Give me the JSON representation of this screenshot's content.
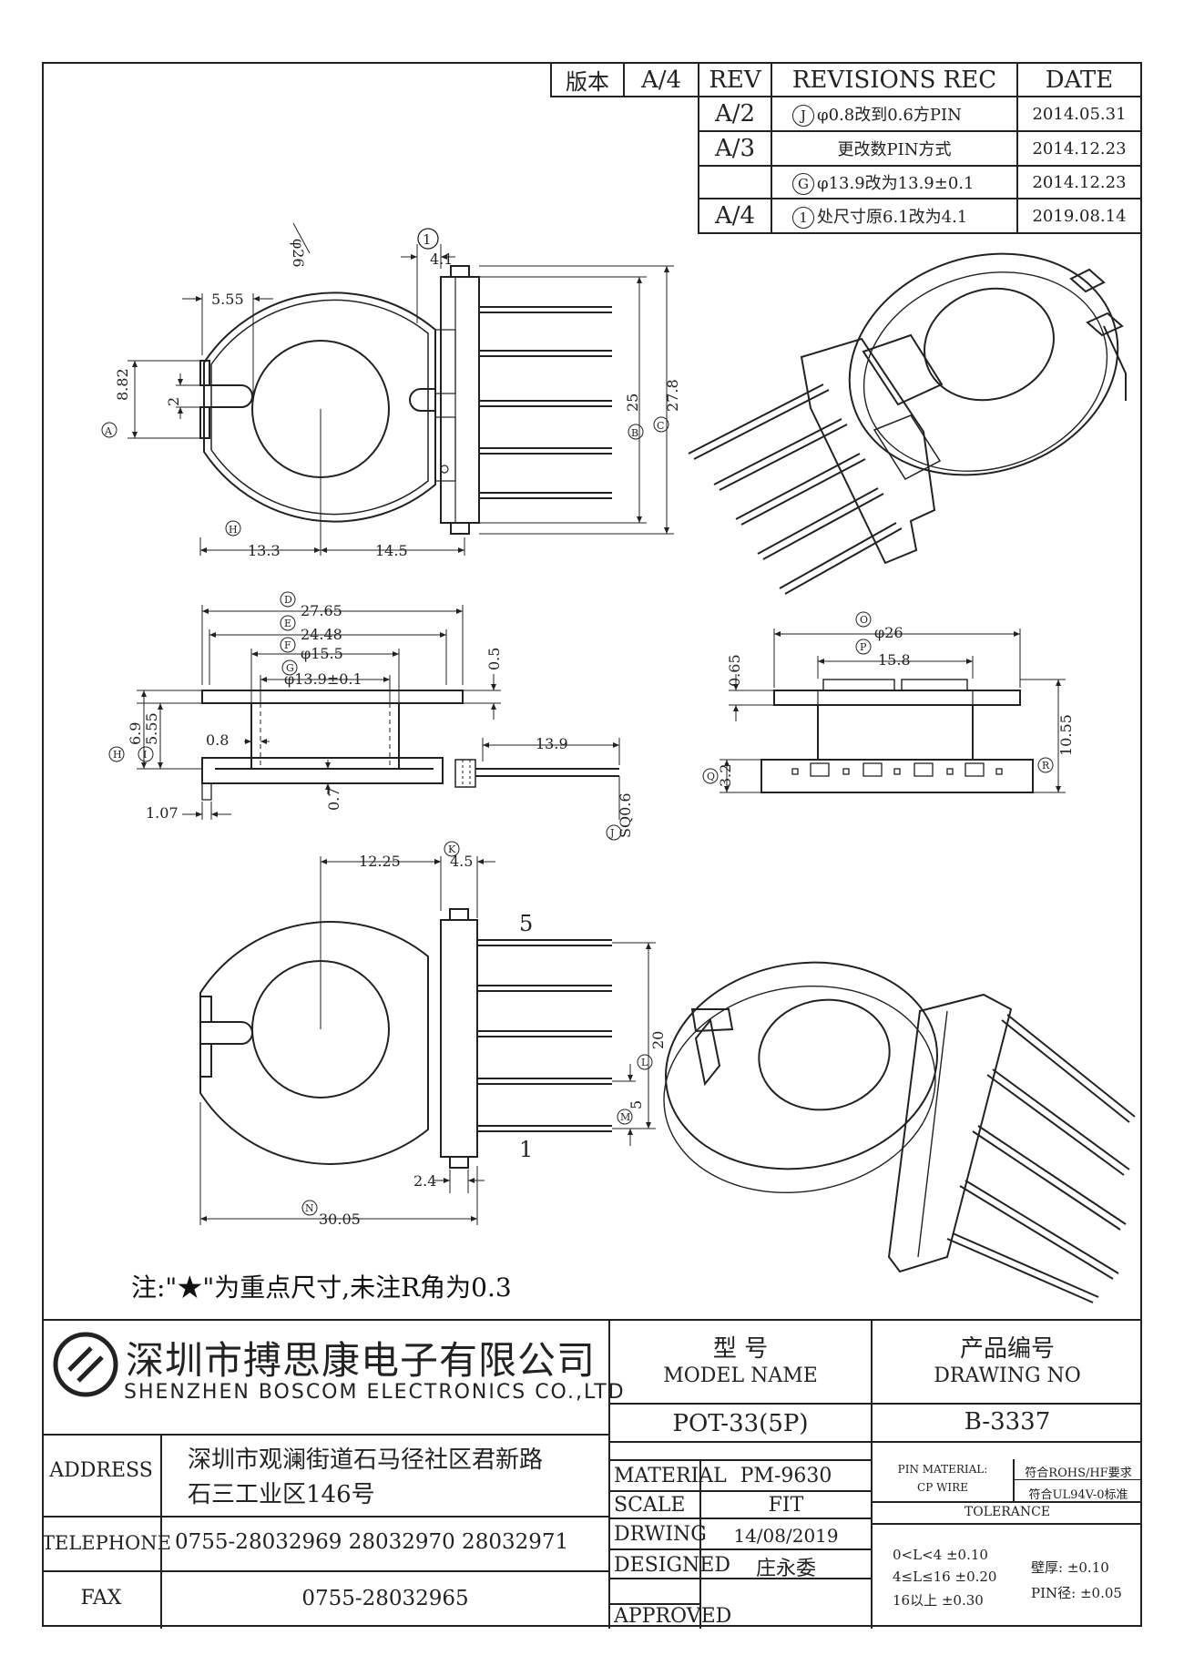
{
  "revision_table": {
    "version_label": "版本",
    "version_value": "A/4",
    "headers": [
      "REV",
      "REVISIONS REC",
      "DATE"
    ],
    "rows": [
      {
        "rev": "A/2",
        "mark": "J",
        "text": "φ0.8改到0.6方PIN",
        "date": "2014.05.31"
      },
      {
        "rev": "A/3",
        "mark": "",
        "text": "更改数PIN方式",
        "date": "2014.12.23"
      },
      {
        "rev": "",
        "mark": "G",
        "text": "φ13.9改为13.9±0.1",
        "date": "2014.12.23"
      },
      {
        "rev": "A/4",
        "mark": "1",
        "text": "处尺寸原6.1改为4.1",
        "date": "2019.08.14"
      }
    ]
  },
  "dims_top": {
    "phi26": "φ26",
    "d41": "4.1",
    "d555": "5.55",
    "d882": "8.82",
    "d2": "2",
    "d25": "25",
    "d278": "27.8",
    "d133": "13.3",
    "d145": "14.5",
    "mark1": "1",
    "A": "A",
    "B": "B",
    "C": "C",
    "H": "H"
  },
  "dims_side": {
    "d2765": "27.65",
    "d2448": "24.48",
    "d155": "φ15.5",
    "d139": "φ13.9±0.1",
    "d05": "0.5",
    "d69": "6.9",
    "d555": "5.55",
    "d08": "0.8",
    "d07": "0.7",
    "d107": "1.07",
    "d139b": "13.9",
    "sq06": "SQ0.6",
    "D": "D",
    "E": "E",
    "F": "F",
    "G": "G",
    "H": "H",
    "I": "I",
    "J": "J"
  },
  "dims_right": {
    "phi26": "φ26",
    "d158": "15.8",
    "d065": "0.65",
    "d1055": "10.55",
    "d32": "3.2",
    "O": "O",
    "P": "P",
    "Q": "Q",
    "R": "R"
  },
  "dims_bottom": {
    "d1225": "12.25",
    "d45": "4.5",
    "d20": "20",
    "d5": "5",
    "d24": "2.4",
    "d3005": "30.05",
    "pin5": "5",
    "pin1": "1",
    "K": "K",
    "L": "L",
    "M": "M",
    "N": "N"
  },
  "note": "注:\"★\"为重点尺寸,未注R角为0.3",
  "title_block": {
    "company_cn": "深圳市搏思康电子有限公司",
    "company_en": "SHENZHEN BOSCOM ELECTRONICS CO.,LTD",
    "address_label": "ADDRESS",
    "address_line1": "深圳市观澜街道石马径社区君新路",
    "address_line2": "石三工业区146号",
    "telephone_label": "TELEPHONE",
    "telephone": "0755-28032969 28032970 28032971",
    "fax_label": "FAX",
    "fax": "0755-28032965",
    "model_cn": "型    号",
    "model_en": "MODEL NAME",
    "model_value": "POT-33(5P)",
    "drawing_cn": "产品编号",
    "drawing_en": "DRAWING NO",
    "drawing_value": "B-3337",
    "material_label": "MATERIAL",
    "material_value": "PM-9630",
    "scale_label": "SCALE",
    "scale_value": "FIT",
    "drwing_label": "DRWING",
    "drwing_value": "14/08/2019",
    "designed_label": "DESIGNED",
    "designed_value": "庄永委",
    "approved_label": "APPROVED",
    "approved_value": "",
    "pin_material_label": "PIN MATERIAL:",
    "pin_material_value": "CP WIRE",
    "rohs": "符合ROHS/HF要求",
    "ul": "符合UL94V-0标准",
    "tolerance_label": "TOLERANCE",
    "tol1": "0<L<4   ±0.10",
    "tol2": "4≤L≤16  ±0.20",
    "tol3": "16以上    ±0.30",
    "wall": "壁厚:  ±0.10",
    "pin_dia": "PIN径:  ±0.05"
  }
}
